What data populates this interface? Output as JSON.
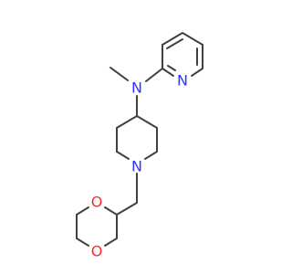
{
  "molecule": {
    "atoms": {
      "amine_n": "N",
      "pyridine_n": "N",
      "piperidine_n": "N",
      "dioxane_o_top": "O",
      "dioxane_o_bottom": "O"
    }
  },
  "colors": {
    "bond": "#404040",
    "nitrogen": "#3333ff",
    "oxygen": "#ff2a2a"
  }
}
